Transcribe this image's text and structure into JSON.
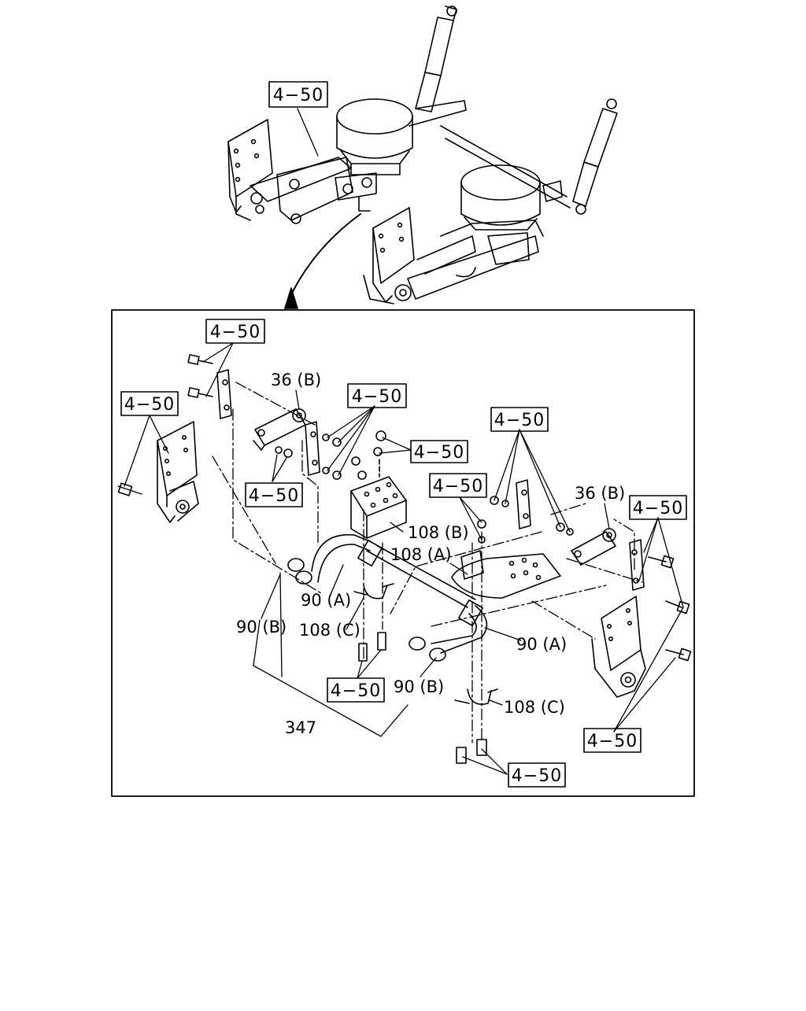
{
  "labels": {
    "ref_top": "4−50",
    "ref_upper_left_bolts": "4−50",
    "ref_left_bracket": "4−50",
    "ref_center_washers": "4−50",
    "ref_center_right": "4−50",
    "ref_left_nuts": "4−50",
    "ref_right_upper": "4−50",
    "ref_nut_mid": "4−50",
    "ref_right_bolts": "4−50",
    "ref_lower_bolts": "4−50",
    "ref_right_bracket": "4−50",
    "ref_bottom_bolts": "4−50",
    "part_36b_left": "36 (B)",
    "part_36b_right": "36 (B)",
    "part_108b": "108 (B)",
    "part_108a": "108 (A)",
    "part_90a_left": "90 (A)",
    "part_90a_right": "90 (A)",
    "part_90b_left": "90 (B)",
    "part_90b_right": "90 (B)",
    "part_108c_left": "108 (C)",
    "part_108c_right": "108 (C)",
    "part_347": "347"
  }
}
